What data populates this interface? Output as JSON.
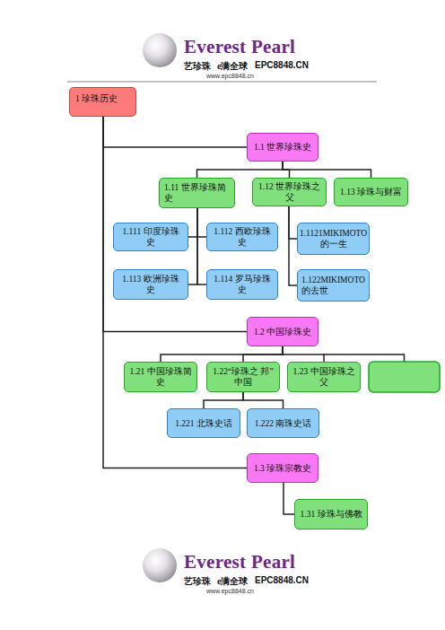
{
  "diagram": {
    "nodes": [
      {
        "text": [
          "1 珍珠历史"
        ]
      },
      {
        "text": [
          "1.1 世界珍珠史"
        ]
      },
      {
        "text": [
          "1.11 世界珍珠简史"
        ]
      },
      {
        "text": [
          "1.12 世界珍珠之父"
        ]
      },
      {
        "text": [
          "1.13 珍珠与财富"
        ]
      },
      {
        "text": [
          "1.111 印度珍珠史"
        ]
      },
      {
        "text": [
          "1.112 西欧珍珠史"
        ]
      },
      {
        "text": [
          "1.1121MIKIMOTO 的一生"
        ]
      },
      {
        "text": [
          "1.113 欧洲珍珠史"
        ]
      },
      {
        "text": [
          "1.114 罗马珍珠史"
        ]
      },
      {
        "text": [
          "1.122MIKIMOTO 的去世"
        ]
      },
      {
        "text": [
          "1.2 中国珍珠史"
        ]
      },
      {
        "text": [
          "1.21 中国珍珠简史"
        ]
      },
      {
        "text": [
          "1.22“珍珠之 邦”中国"
        ]
      },
      {
        "text": [
          "1.23 中国珍珠之父"
        ]
      },
      {
        "text": [
          "1.221 北珠史话"
        ]
      },
      {
        "text": [
          "1.222 南珠史话"
        ]
      },
      {
        "text": [
          "1.3 珍珠宗教史"
        ]
      },
      {
        "text": [
          "1.31 珍珠与佛教"
        ]
      }
    ],
    "edges": [
      {
        "from": 0,
        "to": 1,
        "arrow": "none"
      },
      {
        "from": 0,
        "to": 11,
        "arrow": "none"
      },
      {
        "from": 0,
        "to": 17,
        "arrow": "none"
      },
      {
        "from": 1,
        "to": 2,
        "arrow": "none"
      },
      {
        "from": 1,
        "to": 3,
        "arrow": "none"
      },
      {
        "from": 1,
        "to": 4,
        "arrow": "none"
      },
      {
        "from": 2,
        "to": 5,
        "arrow": "none"
      },
      {
        "from": 2,
        "to": 6,
        "arrow": "none"
      },
      {
        "from": 2,
        "to": 8,
        "arrow": "none"
      },
      {
        "from": 2,
        "to": 9,
        "arrow": "none"
      },
      {
        "from": 3,
        "to": 7,
        "arrow": "none"
      },
      {
        "from": 3,
        "to": 10,
        "arrow": "none"
      },
      {
        "from": 11,
        "to": 12,
        "arrow": "none"
      },
      {
        "from": 11,
        "to": 13,
        "arrow": "none"
      },
      {
        "from": 11,
        "to": 14,
        "arrow": "none"
      },
      {
        "from": 13,
        "to": 15,
        "arrow": "none"
      },
      {
        "from": 13,
        "to": 16,
        "arrow": "none"
      },
      {
        "from": 17,
        "to": 18,
        "arrow": "none"
      }
    ],
    "labels": [
      "Everest Pearl",
      "艺珍珠",
      "e满全球",
      "EPC8848.CN",
      "www.epc8848.cn",
      "Everest Pearl",
      "艺珍珠",
      "e满全球",
      "EPC8848.CN",
      "www.epc8848.cn"
    ]
  }
}
